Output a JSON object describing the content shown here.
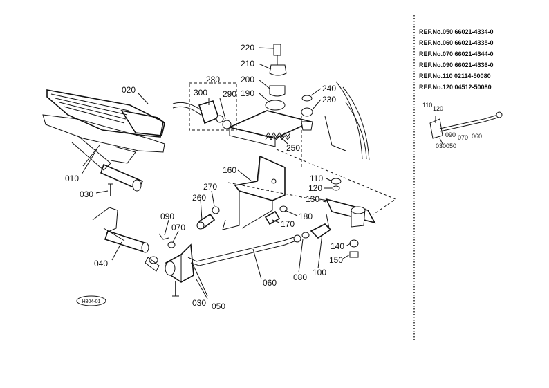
{
  "parts": {
    "p010": "010",
    "p020": "020",
    "p030a": "030",
    "p030b": "030",
    "p040": "040",
    "p050": "050",
    "p060": "060",
    "p070": "070",
    "p080": "080",
    "p090": "090",
    "p100": "100",
    "p110": "110",
    "p120": "120",
    "p130": "130",
    "p140": "140",
    "p150": "150",
    "p160": "160",
    "p170": "170",
    "p180": "180",
    "p190": "190",
    "p200": "200",
    "p210": "210",
    "p220": "220",
    "p230": "230",
    "p240": "240",
    "p250": "250",
    "p260": "260",
    "p270": "270",
    "p280": "280",
    "p290": "290",
    "p300": "300"
  },
  "stamp": "H304-01",
  "references": [
    "REF.No.050  66021-4334-0",
    "REF.No.060  66021-4335-0",
    "REF.No.070  66021-4344-0",
    "REF.No.090  66021-4336-0",
    "REF.No.110  02114-50080",
    "REF.No.120  04512-50080"
  ],
  "inset": {
    "i110": "110",
    "i120": "120",
    "i090": "090",
    "i070": "070",
    "i060": "060",
    "i030050": "030050"
  }
}
